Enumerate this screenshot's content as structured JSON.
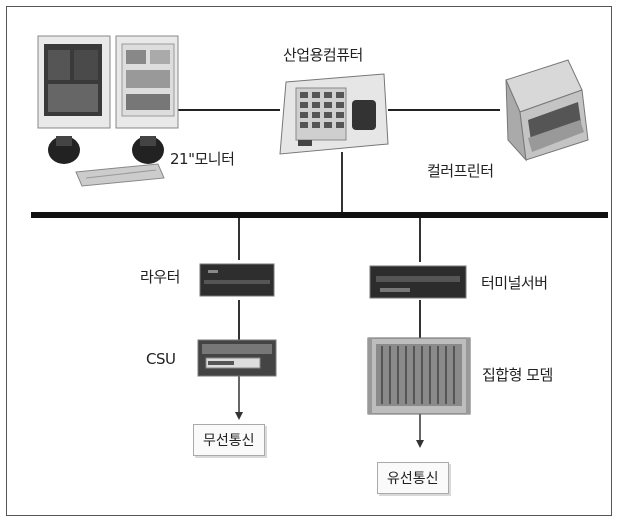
{
  "devices": {
    "industrial_pc": "산업용컴퓨터",
    "monitor": "21\"모니터",
    "color_printer": "컬러프린터",
    "router": "라우터",
    "csu": "CSU",
    "terminal_server": "터미널서버",
    "modem_rack": "집합형 모뎀"
  },
  "endpoints": {
    "wireless": "무선통신",
    "wired": "유선통신"
  }
}
